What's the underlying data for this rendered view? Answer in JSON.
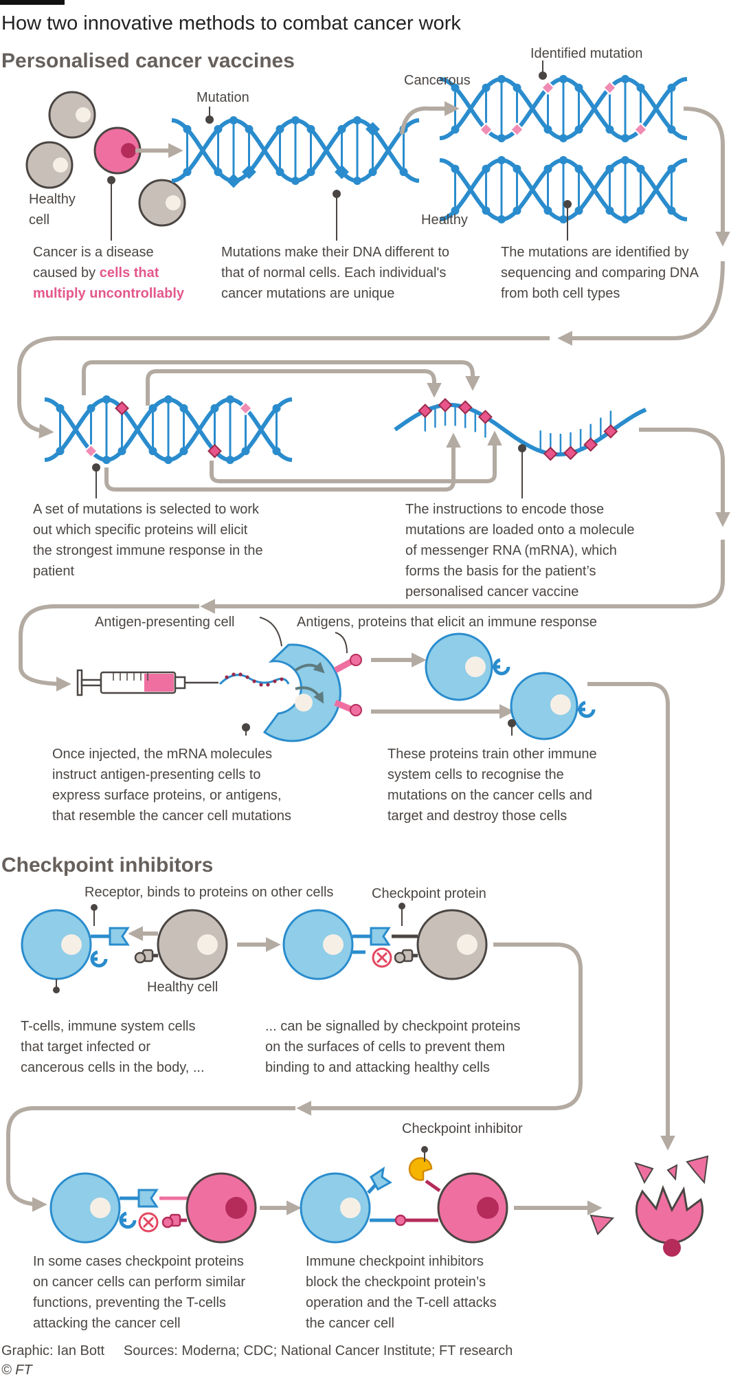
{
  "title": "How two innovative methods to combat cancer work",
  "sections": {
    "vaccines": "Personalised cancer vaccines",
    "inhibitors": "Checkpoint inhibitors"
  },
  "labels": {
    "mutation": "Mutation",
    "identified_mutation": "Identified mutation",
    "cancerous": "Cancerous",
    "healthy": "Healthy",
    "healthy_cell_1": "Healthy",
    "healthy_cell_2": "cell",
    "antigen_presenting_cell": "Antigen-presenting cell",
    "antigens": "Antigens, proteins that elicit an immune response",
    "receptor": "Receptor, binds to proteins on other cells",
    "checkpoint_protein": "Checkpoint protein",
    "healthy_cell": "Healthy cell",
    "checkpoint_inhibitor": "Checkpoint inhibitor"
  },
  "captions": {
    "c1_a": "Cancer is a disease",
    "c1_b": "caused by ",
    "c1_c": "cells that",
    "c1_d": "multiply uncontrollably",
    "c2_a": "Mutations make their DNA different to",
    "c2_b": "that of normal cells. Each individual's",
    "c2_c": "cancer mutations are unique",
    "c3_a": "The mutations are identified by",
    "c3_b": "sequencing and comparing DNA",
    "c3_c": "from both cell types",
    "c4_a": "A set of mutations is selected to work",
    "c4_b": "out which specific proteins will elicit",
    "c4_c": "the strongest immune response in the",
    "c4_d": "patient",
    "c5_a": "The instructions to encode those",
    "c5_b": "mutations are loaded onto a molecule",
    "c5_c": "of messenger RNA (mRNA), which",
    "c5_d": "forms the basis for the patient’s",
    "c5_e": "personalised cancer vaccine",
    "c6_a": "Once injected, the mRNA molecules",
    "c6_b": "instruct antigen-presenting cells to",
    "c6_c": "express surface proteins, or antigens,",
    "c6_d": "that resemble the cancer cell mutations",
    "c7_a": "These proteins train other immune",
    "c7_b": "system cells to recognise the",
    "c7_c": "mutations on the cancer cells and",
    "c7_d": "target and destroy those cells",
    "c8_a": "T-cells, immune system cells",
    "c8_b": "that target infected or",
    "c8_c": "cancerous cells in the body, ...",
    "c9_a": "... can be signalled by checkpoint proteins",
    "c9_b": "on the surfaces of cells to prevent them",
    "c9_c": "binding to and attacking healthy cells",
    "c10_a": "In some cases checkpoint proteins",
    "c10_b": "on cancer cells can perform similar",
    "c10_c": "functions, preventing the T-cells",
    "c10_d": "attacking the cancer cell",
    "c11_a": "Immune checkpoint inhibitors",
    "c11_b": "block the checkpoint protein’s",
    "c11_c": "operation and the T-cell attacks",
    "c11_d": "the cancer cell"
  },
  "footer": {
    "graphic": "Graphic: Ian Bott",
    "sources": "Sources: Moderna; CDC; National Cancer Institute; FT research",
    "copyright": "© FT"
  },
  "colors": {
    "dna_blue": "#2a8ccd",
    "mutation_blue": "#2a8ccd",
    "identified_pink": "#f08cb4",
    "cancer_pink": "#ef6fa0",
    "cancer_dark": "#b52c5a",
    "tcell_blue": "#8fcde8",
    "healthy_grey": "#c7bfb8",
    "arrow_grey": "#b3aaa2",
    "inhibitor_yellow": "#f5b400"
  }
}
